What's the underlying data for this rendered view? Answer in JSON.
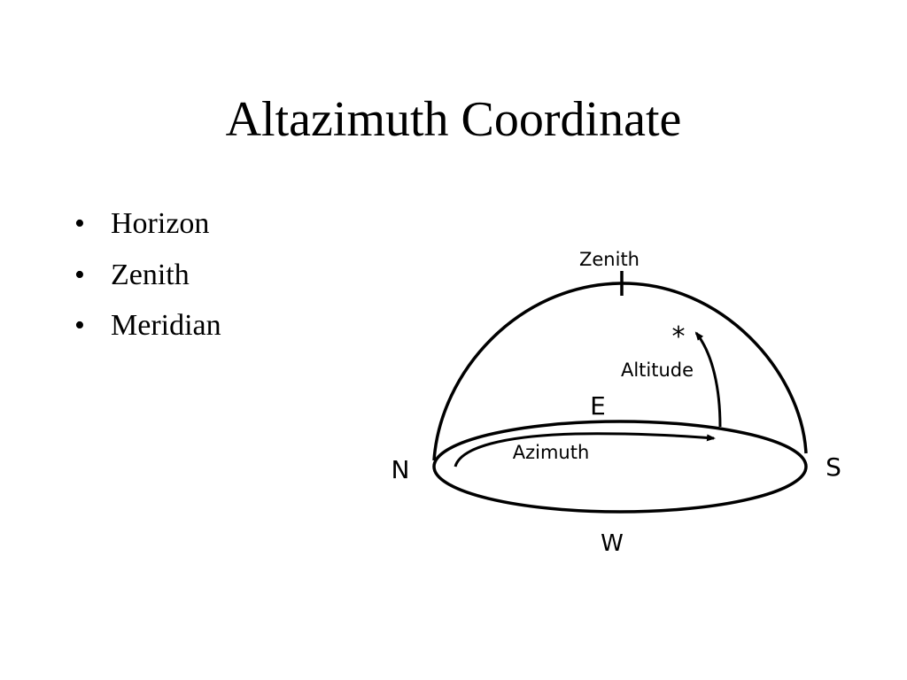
{
  "slide": {
    "title": "Altazimuth Coordinate",
    "bullet_char": "•",
    "bullets": [
      "Horizon",
      "Zenith",
      "Meridian"
    ]
  },
  "diagram": {
    "labels": {
      "zenith": "Zenith",
      "star": "*",
      "altitude": "Altitude",
      "east": "E",
      "azimuth": "Azimuth",
      "north": "N",
      "south": "S",
      "west": "W"
    },
    "colors": {
      "line": "#000000",
      "background": "#ffffff"
    }
  }
}
